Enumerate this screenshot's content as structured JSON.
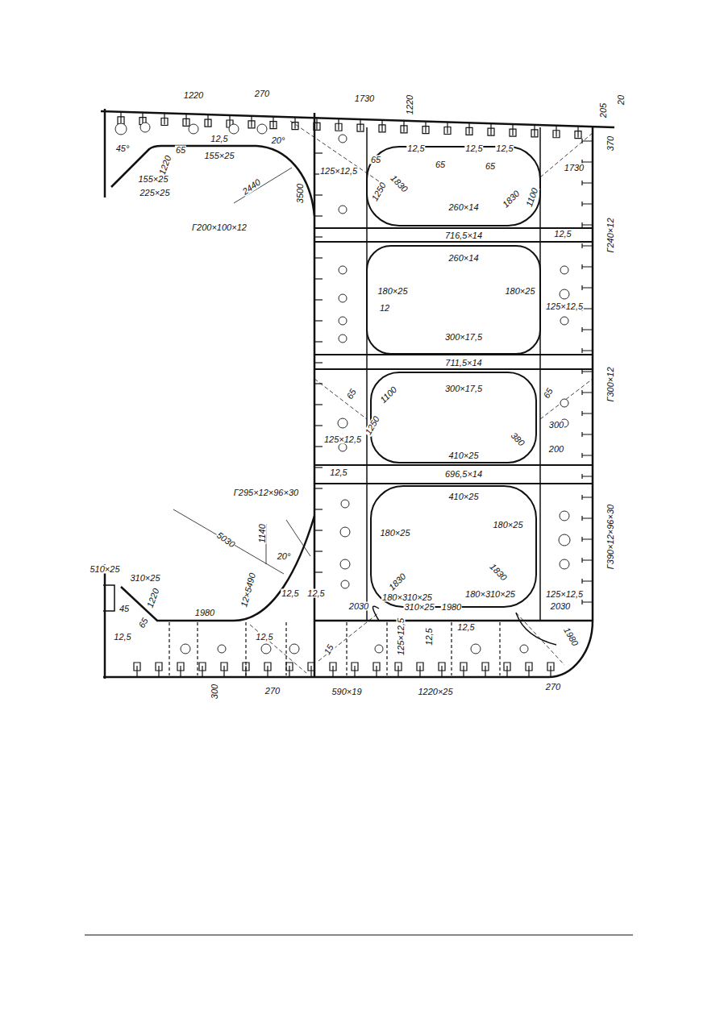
{
  "diagram": {
    "labels": [
      "1220",
      "270",
      "1730",
      "1220",
      "205",
      "20",
      "370",
      "45°",
      "1220",
      "65",
      "12,5",
      "155×25",
      "155×25",
      "225×25",
      "20°",
      "2440",
      "3500",
      "Г200×100×12",
      "125×12,5",
      "65",
      "1250",
      "1830",
      "65",
      "12,5",
      "12,5",
      "12,5",
      "65",
      "1730",
      "1830",
      "1100",
      "260×14",
      "716,5×14",
      "260×14",
      "12,5",
      "Г240×12",
      "180×25",
      "12",
      "180×25",
      "125×12,5",
      "300×17,5",
      "711,5×14",
      "300×17,5",
      "Г300×12",
      "65",
      "1100",
      "65",
      "1250",
      "125×12,5",
      "300",
      "380",
      "200",
      "410×25",
      "12,5",
      "696,5×14",
      "410×25",
      "Г295×12×96×30",
      "1140",
      "20°",
      "5030",
      "Г390×12×96×30",
      "180×25",
      "180×25",
      "12×5490",
      "12,5",
      "510×25",
      "310×25",
      "1220",
      "45",
      "65",
      "1980",
      "12,5",
      "12,5",
      "1830",
      "180×310×25",
      "310×25",
      "1980",
      "180×310×25",
      "1830",
      "2030",
      "2030",
      "125×12,5",
      "12,5",
      "12,5",
      "125×12,5",
      "12,5",
      "1980",
      "15",
      "300",
      "270",
      "590×19",
      "1220×25",
      "270"
    ]
  }
}
